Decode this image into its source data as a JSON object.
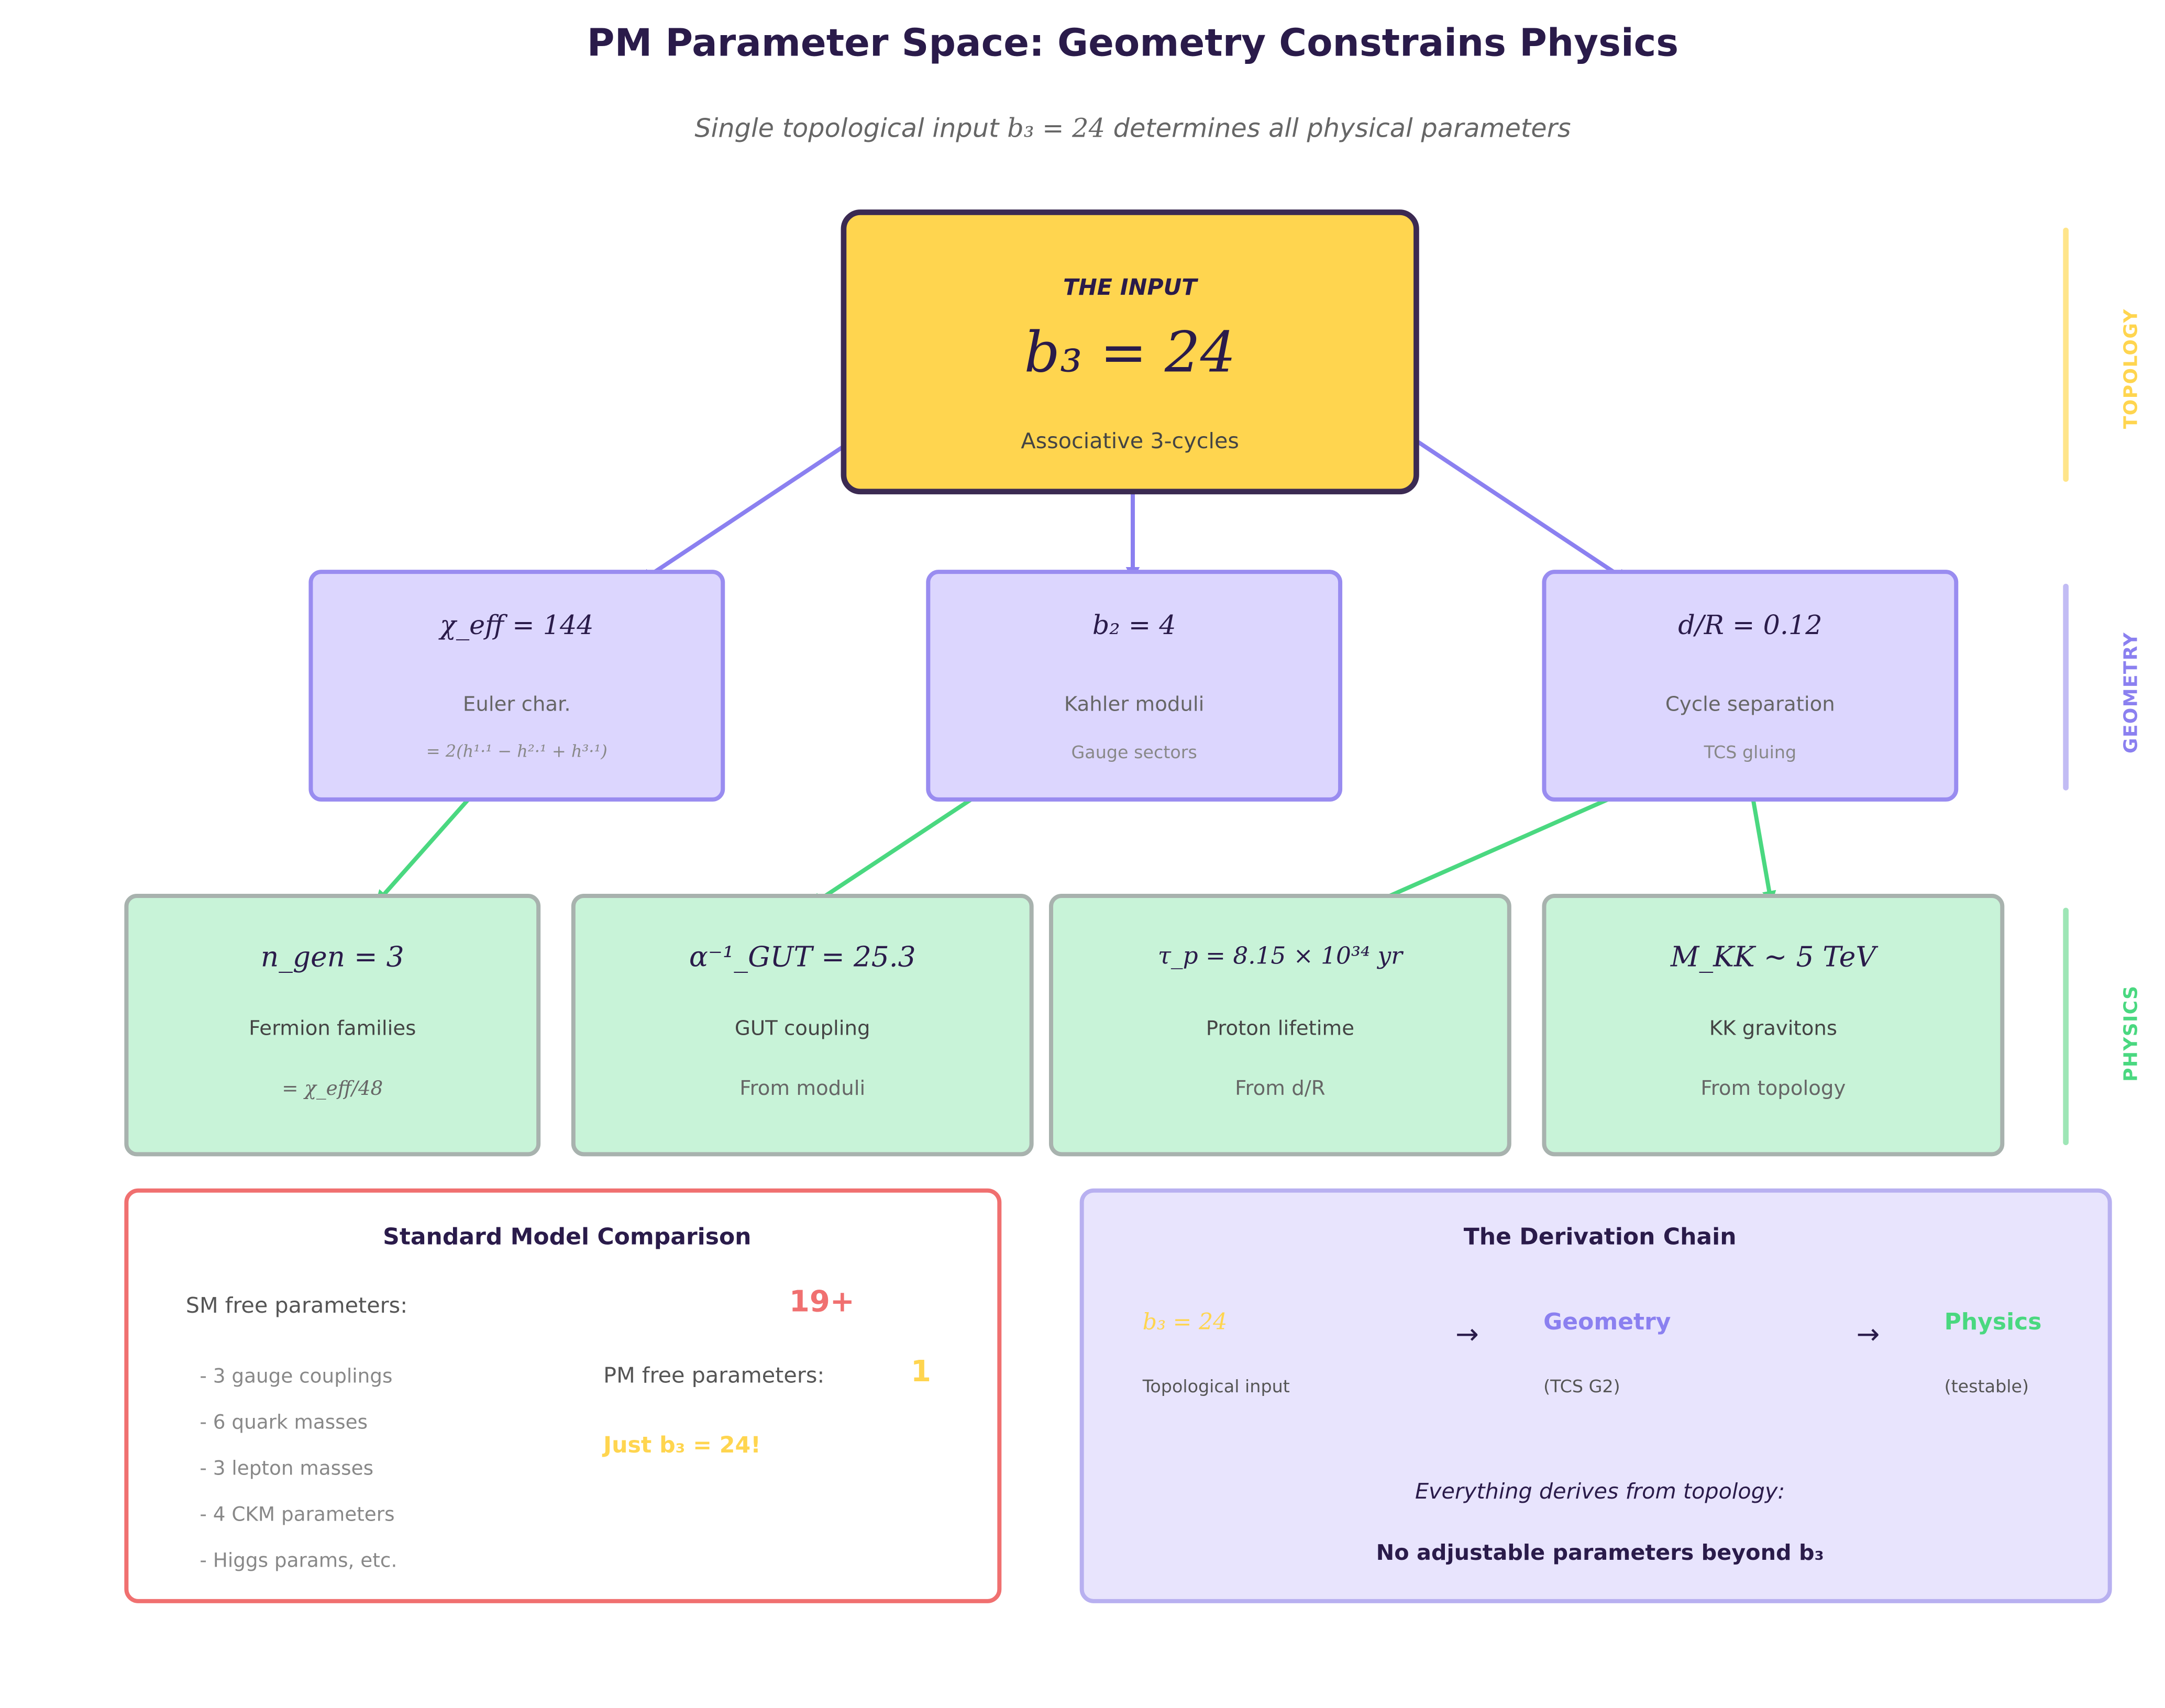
{
  "header": {
    "title": "PM Parameter Space: Geometry Constrains Physics",
    "subtitle_text": "Single topological input",
    "subtitle_math": "b₃ = 24",
    "subtitle_tail": "determines all physical parameters"
  },
  "input": {
    "tag": "THE INPUT",
    "value": "b₃ = 24",
    "desc": "Associative 3-cycles"
  },
  "geometry": [
    {
      "value": "χ_eff = 144",
      "desc": "Euler char.",
      "sub": "= 2(h¹·¹ − h²·¹ + h³·¹)"
    },
    {
      "value": "b₂ = 4",
      "desc": "Kahler moduli",
      "sub": "Gauge sectors"
    },
    {
      "value": "d/R = 0.12",
      "desc": "Cycle separation",
      "sub": "TCS gluing"
    }
  ],
  "physics": [
    {
      "value": "n_gen = 3",
      "desc": "Fermion families",
      "sub": "= χ_eff/48"
    },
    {
      "value": "α⁻¹_GUT = 25.3",
      "desc": "GUT coupling",
      "sub": "From moduli"
    },
    {
      "value": "τ_p = 8.15 × 10³⁴ yr",
      "desc": "Proton lifetime",
      "sub": "From d/R"
    },
    {
      "value": "M_KK ∼ 5 TeV",
      "desc": "KK gravitons",
      "sub": "From topology"
    }
  ],
  "side_labels": {
    "topology": "TOPOLOGY",
    "geometry": "GEOMETRY",
    "physics": "PHYSICS"
  },
  "sm_comparison": {
    "title": "Standard Model Comparison",
    "sm_label": "SM free parameters:",
    "sm_count": "19+",
    "sm_items": [
      "- 3 gauge couplings",
      "- 6 quark masses",
      "- 3 lepton masses",
      "- 4 CKM parameters",
      "- Higgs params, etc."
    ],
    "pm_label": "PM free parameters:",
    "pm_count": "1",
    "pm_note": "Just b₃ = 24!"
  },
  "chain": {
    "title": "The Derivation Chain",
    "steps": [
      {
        "label": "b₃ = 24",
        "sub": "Topological input"
      },
      {
        "label": "Geometry",
        "sub": "(TCS G2)"
      },
      {
        "label": "Physics",
        "sub": "(testable)"
      }
    ],
    "arrow": "→",
    "footer_line1": "Everything derives from topology:",
    "footer_line2": "No adjustable parameters beyond b₃"
  },
  "colors": {
    "topology": "#ffd54f",
    "geometry": "#8b80f0",
    "physics": "#4ad880",
    "title": "#2a1b4a",
    "sm_red": "#f07070"
  }
}
